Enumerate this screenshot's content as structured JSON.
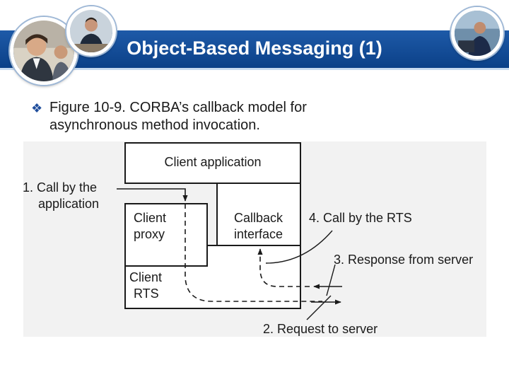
{
  "slide": {
    "title": "Object-Based Messaging (1)"
  },
  "caption": {
    "bullet_icon": "diamond-bullet-icon",
    "line1": "Figure 10-9. CORBA’s callback model for",
    "line2": "asynchronous method invocation."
  },
  "diagram": {
    "boxes": {
      "client_application": "Client application",
      "client_proxy_line1": "Client",
      "client_proxy_line2": "proxy",
      "callback_line1": "Callback",
      "callback_line2": "interface",
      "client_rts_line1": "Client",
      "client_rts_line2": "RTS"
    },
    "labels": {
      "call_by_app_line1": "1. Call by the",
      "call_by_app_line2": "application",
      "call_by_rts": "4. Call by the RTS",
      "response_from_server": "3. Response from server",
      "request_to_server": "2. Request to server"
    }
  },
  "colors": {
    "title_bar": "#0f4a92",
    "title_text": "#ffffff",
    "bullet": "#1f4e9c"
  }
}
